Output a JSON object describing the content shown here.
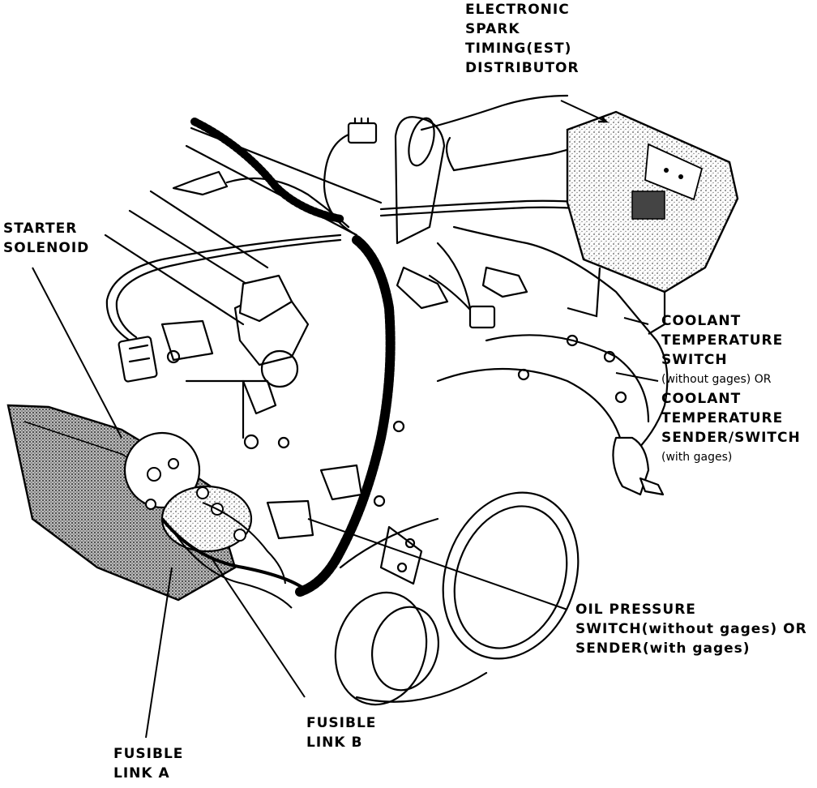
{
  "diagram": {
    "labels": {
      "est_distributor": [
        "ELECTRONIC",
        "SPARK",
        "TIMING(EST)",
        "DISTRIBUTOR"
      ],
      "starter_solenoid": [
        "STARTER",
        "SOLENOID"
      ],
      "coolant_temp": [
        "COOLANT",
        "TEMPERATURE",
        "SWITCH",
        "(without gages) OR",
        "COOLANT",
        "TEMPERATURE",
        "SENDER/SWITCH",
        "(with gages)"
      ],
      "oil_pressure": [
        "OIL PRESSURE",
        "SWITCH(without gages) OR",
        "SENDER(with gages)"
      ],
      "fusible_link_b": [
        "FUSIBLE",
        "LINK B"
      ],
      "fusible_link_a": [
        "FUSIBLE",
        "LINK A"
      ]
    }
  }
}
